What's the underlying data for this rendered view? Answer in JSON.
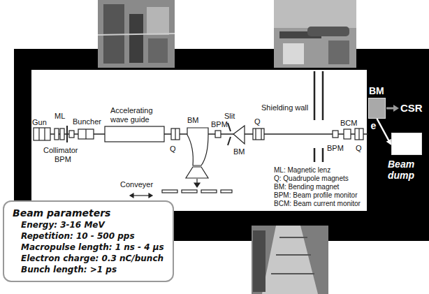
{
  "diagram": {
    "nodes": [
      {
        "text": [
          "BM"
        ]
      },
      {
        "text": [
          "Beam dump"
        ]
      },
      {
        "text": [
          "Beam parameters",
          "Energy: 3-16 MeV",
          "Repetition: 10 - 500 pps",
          "Macropulse length: 1 ns - 4 μs",
          "Electron charge: 0.3 nC/bunch",
          "Bunch length: >1 ps"
        ]
      }
    ],
    "edges": [
      {
        "from": 0,
        "to": 1,
        "arrow": "to",
        "label": "e"
      }
    ],
    "labels": [
      "Gun",
      "ML",
      "Collimator",
      "BPM",
      "Buncher",
      "Accelerating wave guide",
      "Q",
      "BM",
      "BPM",
      "Slit",
      "BM",
      "Q",
      "Shielding wall",
      "BPM",
      "BCM",
      "Q",
      "Conveyer",
      "ML: Magnetic lenz",
      "Q: Quadrupole magnets",
      "BM: Bending magnet",
      "BPM: Beam profile monitor",
      "BCM: Beam current monitor",
      "CSR"
    ]
  }
}
